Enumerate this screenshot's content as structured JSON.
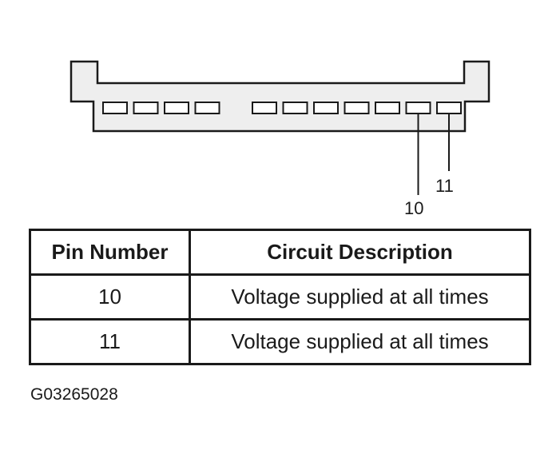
{
  "connector": {
    "cavity_groups": [
      4,
      7
    ],
    "callouts": [
      {
        "label": "10",
        "pin_index": 9
      },
      {
        "label": "11",
        "pin_index": 10
      }
    ]
  },
  "table": {
    "headers": [
      "Pin Number",
      "Circuit Description"
    ],
    "rows": [
      {
        "pin": "10",
        "description": "Voltage supplied at all times"
      },
      {
        "pin": "11",
        "description": "Voltage supplied at all times"
      }
    ]
  },
  "figure_code": "G03265028",
  "colors": {
    "line": "#1a1a1a",
    "connector_fill": "#eeeeee"
  }
}
